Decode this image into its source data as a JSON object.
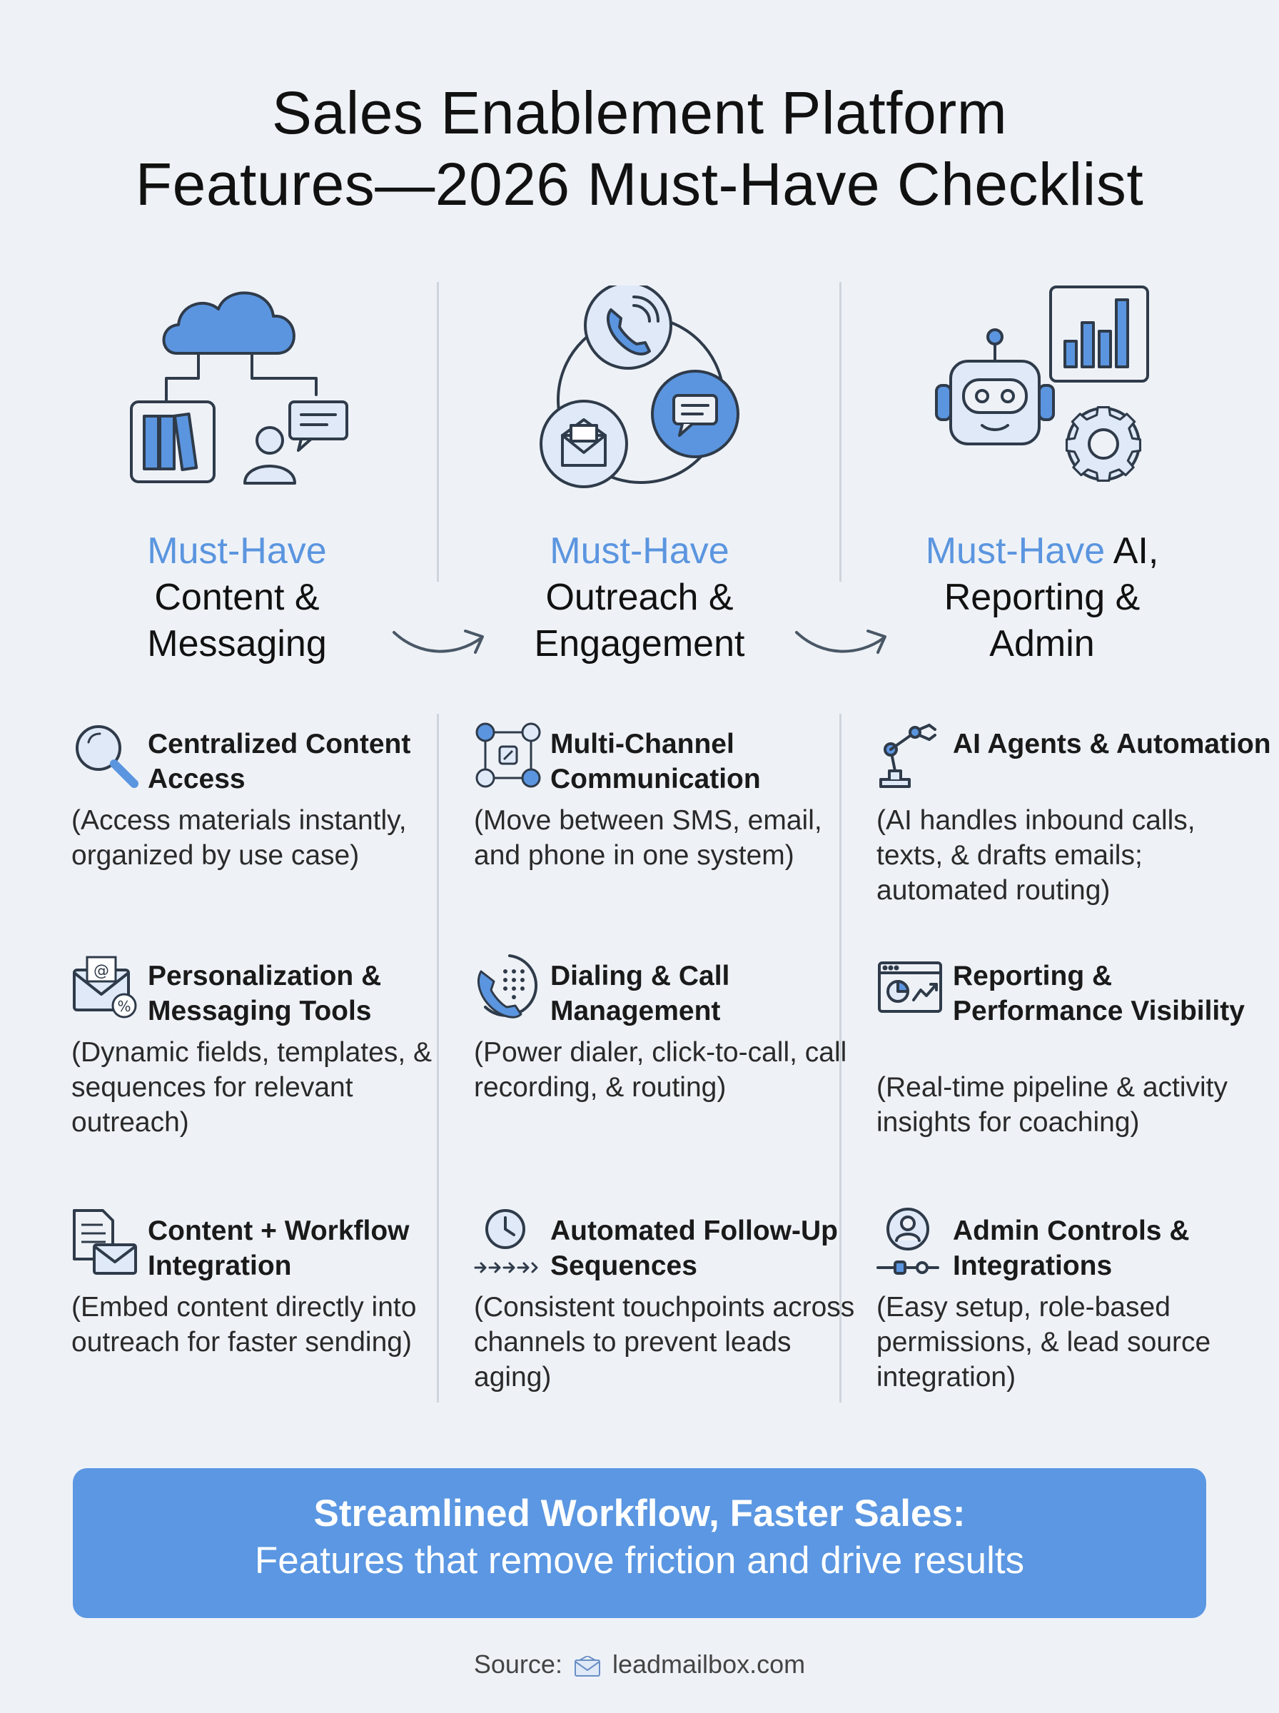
{
  "title": {
    "line1": "Sales Enablement Platform",
    "line2": "Features—2026 Must-Have Checklist"
  },
  "colors": {
    "accent": "#5b95df",
    "banner": "#5b97e2",
    "divider": "#cfd5dd",
    "text": "#111111"
  },
  "columns": [
    {
      "hero_icon": "cloud-library-user-icon",
      "heading": {
        "accent": "Must-Have",
        "line2": "Content &",
        "line3": "Messaging"
      },
      "features": [
        {
          "icon": "magnifier-icon",
          "title": "Centralized Content Access",
          "desc": "(Access materials instantly, organized by use case)"
        },
        {
          "icon": "envelope-at-percent-icon",
          "title": "Personalization & Messaging Tools",
          "desc": "(Dynamic fields, templates, & sequences for relevant outreach)"
        },
        {
          "icon": "document-envelope-icon",
          "title": "Content + Workflow Integration",
          "desc": "(Embed content directly into outreach for faster sending)"
        }
      ]
    },
    {
      "hero_icon": "phone-chat-email-cycle-icon",
      "heading": {
        "accent": "Must-Have",
        "line2": "Outreach &",
        "line3": "Engagement"
      },
      "features": [
        {
          "icon": "multichannel-nodes-icon",
          "title": "Multi-Channel Communication",
          "desc": "(Move between SMS, email, and phone in one system)"
        },
        {
          "icon": "phone-dialpad-icon",
          "title": "Dialing & Call Management",
          "desc": "(Power dialer, click-to-call, call recording, & routing)"
        },
        {
          "icon": "clock-arrows-icon",
          "title": "Automated Follow-Up Sequences",
          "desc": "(Consistent touchpoints across channels to prevent leads aging)"
        }
      ]
    },
    {
      "hero_icon": "robot-chart-gear-icon",
      "heading": {
        "accent": "Must-Have",
        "accent_rest": " AI,",
        "line2": "Reporting &",
        "line3": "Admin"
      },
      "features": [
        {
          "icon": "robot-arm-icon",
          "title": "AI Agents & Automation",
          "desc": "(AI handles inbound calls, texts, & drafts emails; automated routing)"
        },
        {
          "icon": "dashboard-chart-icon",
          "title": "Reporting & Performance Visibility",
          "desc": "(Real-time pipeline & activity insights for coaching)"
        },
        {
          "icon": "user-admin-sliders-icon",
          "title": "Admin Controls & Integrations",
          "desc": "(Easy setup, role-based permissions, & lead source integration)"
        }
      ]
    }
  ],
  "banner": {
    "line1": "Streamlined Workflow, Faster Sales:",
    "line2": "Features that remove friction and drive results"
  },
  "source": {
    "label": "Source:",
    "icon": "envelope-icon",
    "site": "leadmailbox.com"
  }
}
